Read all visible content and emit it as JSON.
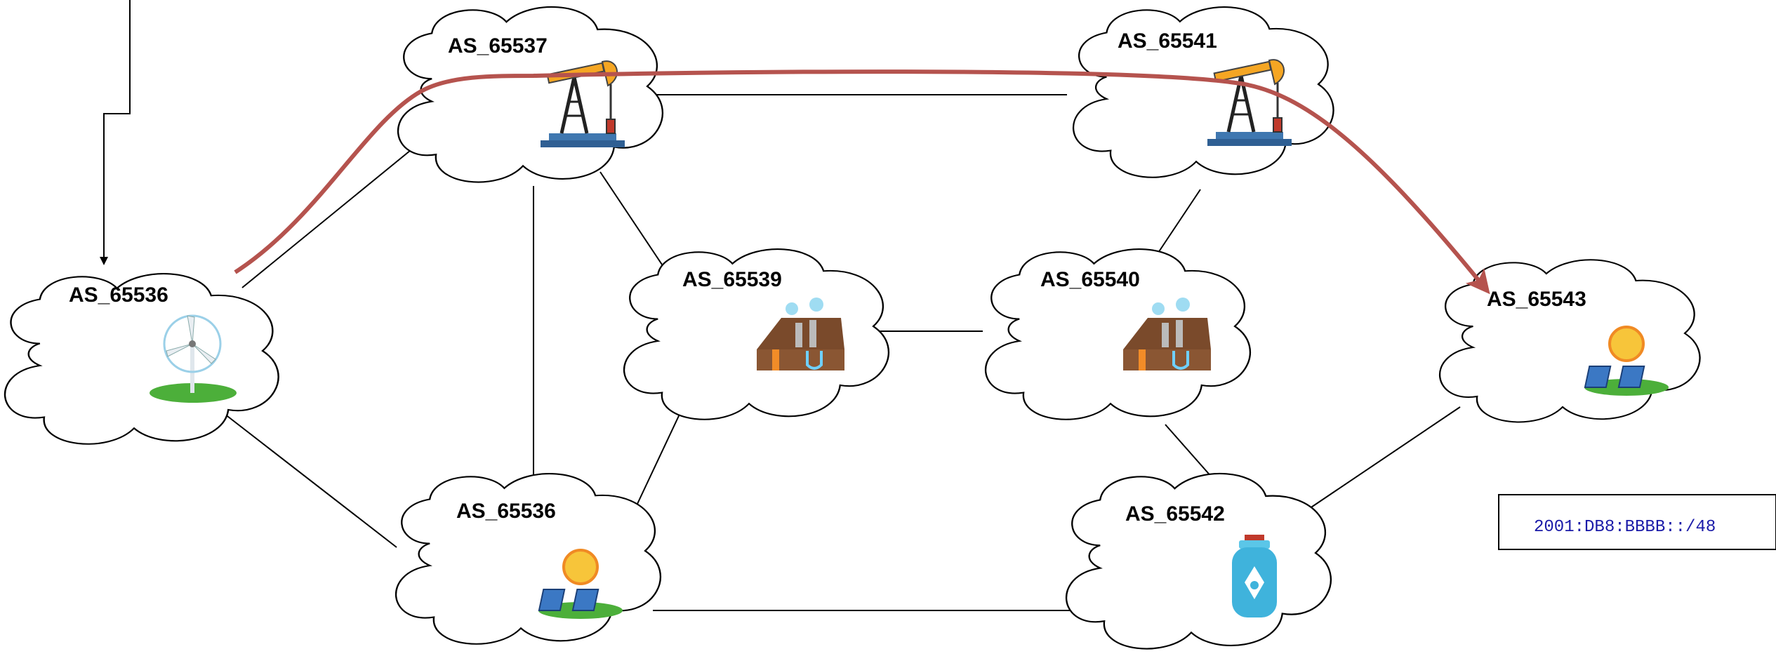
{
  "diagram": {
    "nodes": [
      {
        "id": "n1",
        "label": "AS_65536",
        "icon": "wind-turbine-icon"
      },
      {
        "id": "n2",
        "label": "AS_65537",
        "icon": "oil-pump-icon"
      },
      {
        "id": "n3",
        "label": "AS_65536",
        "icon": "solar-panel-icon"
      },
      {
        "id": "n4",
        "label": "AS_65539",
        "icon": "geothermal-plant-icon"
      },
      {
        "id": "n5",
        "label": "AS_65540",
        "icon": "geothermal-plant-icon"
      },
      {
        "id": "n6",
        "label": "AS_65541",
        "icon": "oil-pump-icon"
      },
      {
        "id": "n7",
        "label": "AS_65542",
        "icon": "gas-cylinder-icon"
      },
      {
        "id": "n8",
        "label": "AS_65543",
        "icon": "solar-panel-icon"
      }
    ],
    "prefix_label": "2001:DB8:BBBB::/48",
    "route_color": "#b5534e"
  }
}
